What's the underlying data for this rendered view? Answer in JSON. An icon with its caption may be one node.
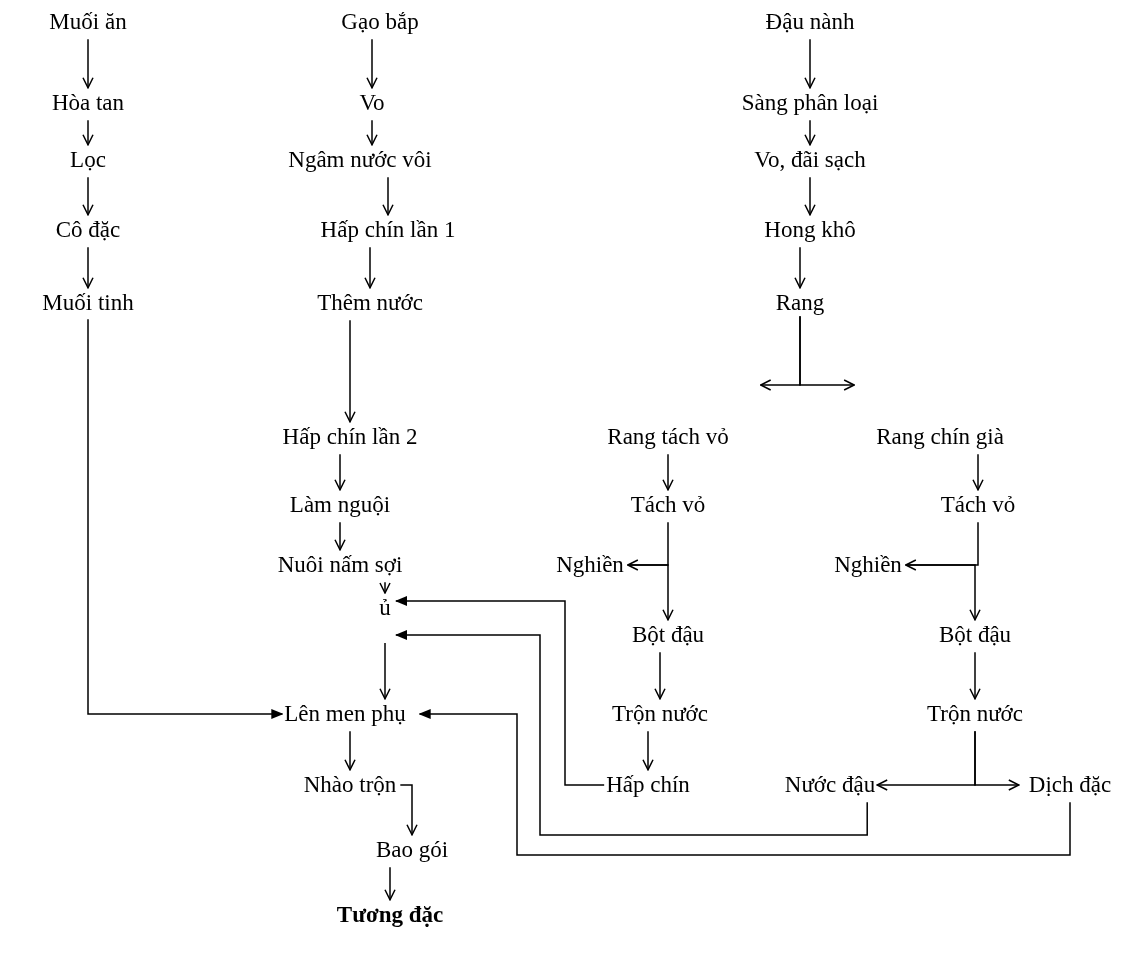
{
  "diagram": {
    "nodes": [
      {
        "text": [
          "Muối ăn"
        ]
      },
      {
        "text": [
          "Hòa tan"
        ]
      },
      {
        "text": [
          "Lọc"
        ]
      },
      {
        "text": [
          "Cô đặc"
        ]
      },
      {
        "text": [
          "Muối tinh"
        ]
      },
      {
        "text": [
          "Gạo bắp"
        ]
      },
      {
        "text": [
          "Vo"
        ]
      },
      {
        "text": [
          "Ngâm nước vôi"
        ]
      },
      {
        "text": [
          "Hấp chín lần 1"
        ]
      },
      {
        "text": [
          "Thêm nước"
        ]
      },
      {
        "text": [
          "Hấp chín lần 2"
        ]
      },
      {
        "text": [
          "Làm nguội"
        ]
      },
      {
        "text": [
          "Nuôi nấm sợi"
        ]
      },
      {
        "text": [
          "ủ"
        ]
      },
      {
        "text": [
          "Lên men phụ"
        ]
      },
      {
        "text": [
          "Nhào trộn"
        ]
      },
      {
        "text": [
          "Bao gói"
        ]
      },
      {
        "text": [
          "Tương đặc"
        ]
      },
      {
        "text": [
          "Đậu nành"
        ]
      },
      {
        "text": [
          "Sàng phân loại"
        ]
      },
      {
        "text": [
          "Vo, đãi sạch"
        ]
      },
      {
        "text": [
          "Hong khô"
        ]
      },
      {
        "text": [
          "Rang"
        ]
      },
      {
        "text": [
          "Rang tách vỏ"
        ]
      },
      {
        "text": [
          "Rang chín già"
        ]
      },
      {
        "text": [
          "Tách vỏ"
        ]
      },
      {
        "text": [
          "Nghiền"
        ]
      },
      {
        "text": [
          "Bột đậu"
        ]
      },
      {
        "text": [
          "Trộn nước"
        ]
      },
      {
        "text": [
          "Hấp chín"
        ]
      },
      {
        "text": [
          "Tách vỏ"
        ]
      },
      {
        "text": [
          "Nghiền"
        ]
      },
      {
        "text": [
          "Bột đậu"
        ]
      },
      {
        "text": [
          "Trộn nước"
        ]
      },
      {
        "text": [
          "Nước đậu"
        ]
      },
      {
        "text": [
          "Dịch đặc"
        ]
      }
    ],
    "edges": [
      {
        "from": 0,
        "to": 1,
        "arrow": "to"
      },
      {
        "from": 1,
        "to": 2,
        "arrow": "to"
      },
      {
        "from": 2,
        "to": 3,
        "arrow": "to"
      },
      {
        "from": 3,
        "to": 4,
        "arrow": "to"
      },
      {
        "from": 4,
        "to": 14,
        "arrow": "to"
      },
      {
        "from": 5,
        "to": 6,
        "arrow": "to"
      },
      {
        "from": 6,
        "to": 7,
        "arrow": "to"
      },
      {
        "from": 7,
        "to": 8,
        "arrow": "to"
      },
      {
        "from": 8,
        "to": 9,
        "arrow": "to"
      },
      {
        "from": 9,
        "to": 10,
        "arrow": "to"
      },
      {
        "from": 10,
        "to": 11,
        "arrow": "to"
      },
      {
        "from": 11,
        "to": 12,
        "arrow": "to"
      },
      {
        "from": 12,
        "to": 13,
        "arrow": "to"
      },
      {
        "from": 13,
        "to": 14,
        "arrow": "to"
      },
      {
        "from": 14,
        "to": 15,
        "arrow": "to"
      },
      {
        "from": 15,
        "to": 16,
        "arrow": "to"
      },
      {
        "from": 16,
        "to": 17,
        "arrow": "to"
      },
      {
        "from": 18,
        "to": 19,
        "arrow": "to"
      },
      {
        "from": 19,
        "to": 20,
        "arrow": "to"
      },
      {
        "from": 20,
        "to": 21,
        "arrow": "to"
      },
      {
        "from": 21,
        "to": 22,
        "arrow": "to"
      },
      {
        "from": 22,
        "to": 23,
        "arrow": "to"
      },
      {
        "from": 22,
        "to": 24,
        "arrow": "to"
      },
      {
        "from": 23,
        "to": 25,
        "arrow": "to"
      },
      {
        "from": 25,
        "to": 26,
        "arrow": "to"
      },
      {
        "from": 26,
        "to": 27,
        "arrow": "to"
      },
      {
        "from": 27,
        "to": 28,
        "arrow": "to"
      },
      {
        "from": 28,
        "to": 29,
        "arrow": "to"
      },
      {
        "from": 29,
        "to": 13,
        "arrow": "to"
      },
      {
        "from": 24,
        "to": 30,
        "arrow": "to"
      },
      {
        "from": 30,
        "to": 31,
        "arrow": "to"
      },
      {
        "from": 31,
        "to": 32,
        "arrow": "to"
      },
      {
        "from": 32,
        "to": 33,
        "arrow": "to"
      },
      {
        "from": 33,
        "to": 34,
        "arrow": "to"
      },
      {
        "from": 33,
        "to": 35,
        "arrow": "to"
      },
      {
        "from": 34,
        "to": 13,
        "arrow": "to"
      },
      {
        "from": 35,
        "to": 14,
        "arrow": "to"
      }
    ]
  }
}
